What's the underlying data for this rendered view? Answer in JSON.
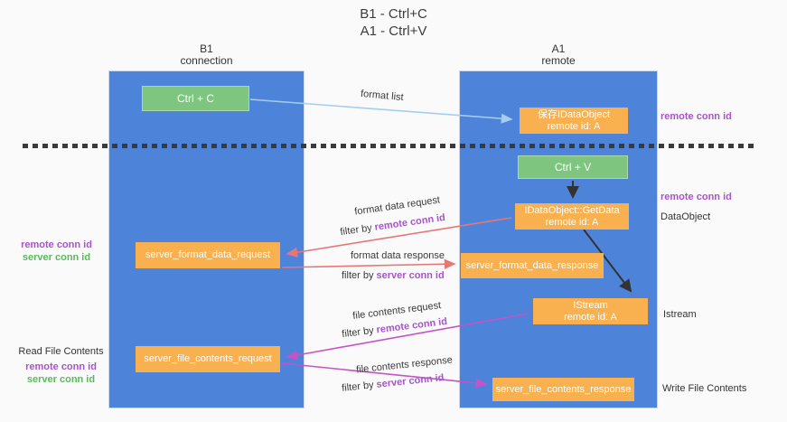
{
  "title": {
    "line1": "B1 - Ctrl+C",
    "line2": "A1 - Ctrl+V"
  },
  "lanes": {
    "left": {
      "name": "B1",
      "sub": "connection"
    },
    "right": {
      "name": "A1",
      "sub": "remote"
    }
  },
  "boxes": {
    "ctrl_c": "Ctrl + C",
    "ctrl_v": "Ctrl + V",
    "save_obj": {
      "line1": "保存IDataObject",
      "line2": "remote id: A"
    },
    "getdata": {
      "line1": "IDataObject::GetData",
      "line2": "remote id: A"
    },
    "istream": {
      "line1": "IStream",
      "line2": "remote id: A"
    },
    "format_req": "server_format_data_request",
    "format_resp": "server_format_data_response",
    "file_req": "server_file_contents_request",
    "file_resp": "server_file_contents_response"
  },
  "annotations": {
    "remote_conn_id": "remote conn id",
    "server_conn_id": "server conn id",
    "data_object": "DataObject",
    "istream": "Istream",
    "read_file": "Read File Contents",
    "write_file": "Write File Contents"
  },
  "labels": {
    "format_list": "format list",
    "format_data_request": "format data request",
    "format_data_response": "format data response",
    "file_contents_request": "file contents request",
    "file_contents_response": "file contents response",
    "filter_by": "filter by "
  },
  "colors": {
    "lane_blue": "#4d83d9",
    "box_orange": "#f9b04e",
    "box_green": "#7ec57f",
    "arrow_blue": "#a5cdf0",
    "arrow_red": "#e97676",
    "arrow_magenta": "#c653c6",
    "arrow_black": "#333333",
    "purple_text": "#a855c8",
    "green_text": "#5cb85c"
  }
}
